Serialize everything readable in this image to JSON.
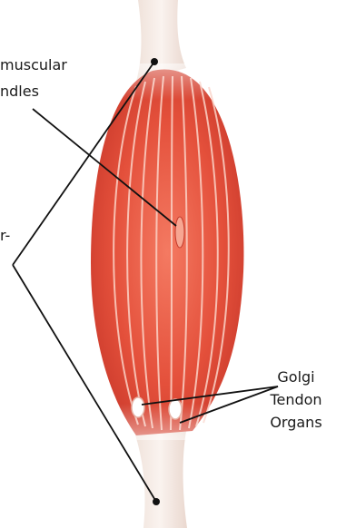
{
  "labels": {
    "muscle_spindles_line1": "muscular",
    "muscle_spindles_line2": "ndles",
    "left_cut_fragment": "r-",
    "golgi_line1": "Golgi",
    "golgi_line2": "Tendon",
    "golgi_line3": "Organs"
  },
  "colors": {
    "muscle_dark": "#d93a2a",
    "muscle_light": "#f07a62",
    "tendon": "#f3e6df",
    "line": "#111111"
  }
}
